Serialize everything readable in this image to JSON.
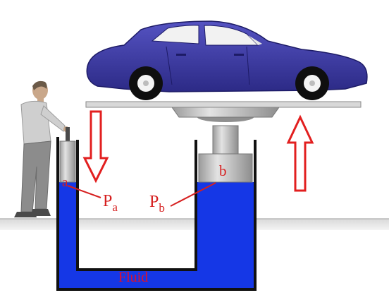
{
  "labels": {
    "small_piston": "a",
    "large_piston": "b",
    "pressure_small_main": "P",
    "pressure_small_sub": "a",
    "pressure_large_main": "P",
    "pressure_large_sub": "b",
    "fluid": "Fluid"
  },
  "colors": {
    "fluid": "#1537e6",
    "container": "#111111",
    "arrow": "#e21f1f",
    "label": "#d61f1f",
    "car_body": "#3c3aa8",
    "piston": "#b9b9b9",
    "floor": "#c9c9c9"
  },
  "icons": {
    "vehicle": "car-icon",
    "operator": "person-icon"
  }
}
